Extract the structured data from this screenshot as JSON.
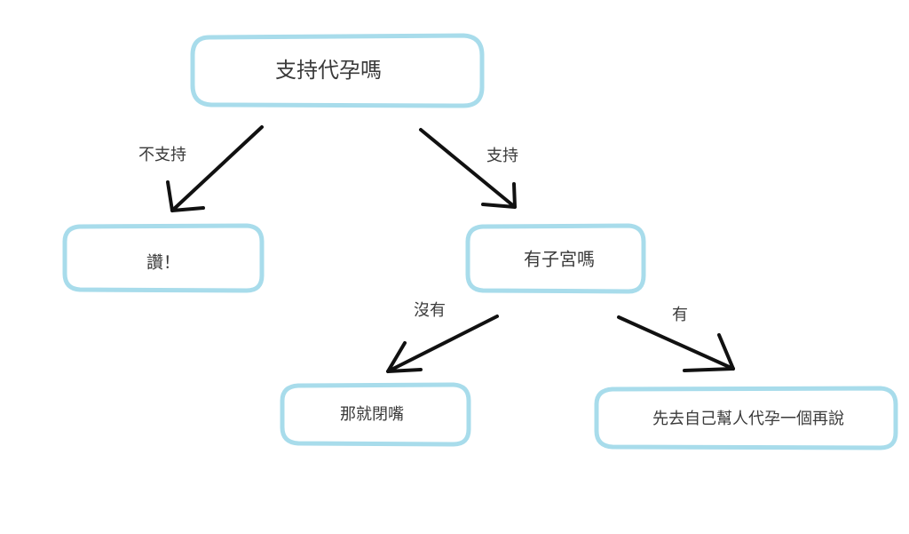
{
  "nodes": {
    "root": {
      "label": "支持代孕嗎"
    },
    "praise": {
      "label": "讚！"
    },
    "has_uterus": {
      "label": "有子宮嗎"
    },
    "shut_up": {
      "label": "那就閉嘴"
    },
    "go_first": {
      "label": "先去自己幫人代孕一個再說"
    }
  },
  "edges": {
    "root_to_praise": {
      "label": "不支持"
    },
    "root_to_uterus": {
      "label": "支持"
    },
    "uterus_to_shut": {
      "label": "沒有"
    },
    "uterus_to_go": {
      "label": "有"
    }
  },
  "colors": {
    "box_border": "#a8dceb",
    "arrow": "#111111",
    "text": "#3a3a3a"
  }
}
